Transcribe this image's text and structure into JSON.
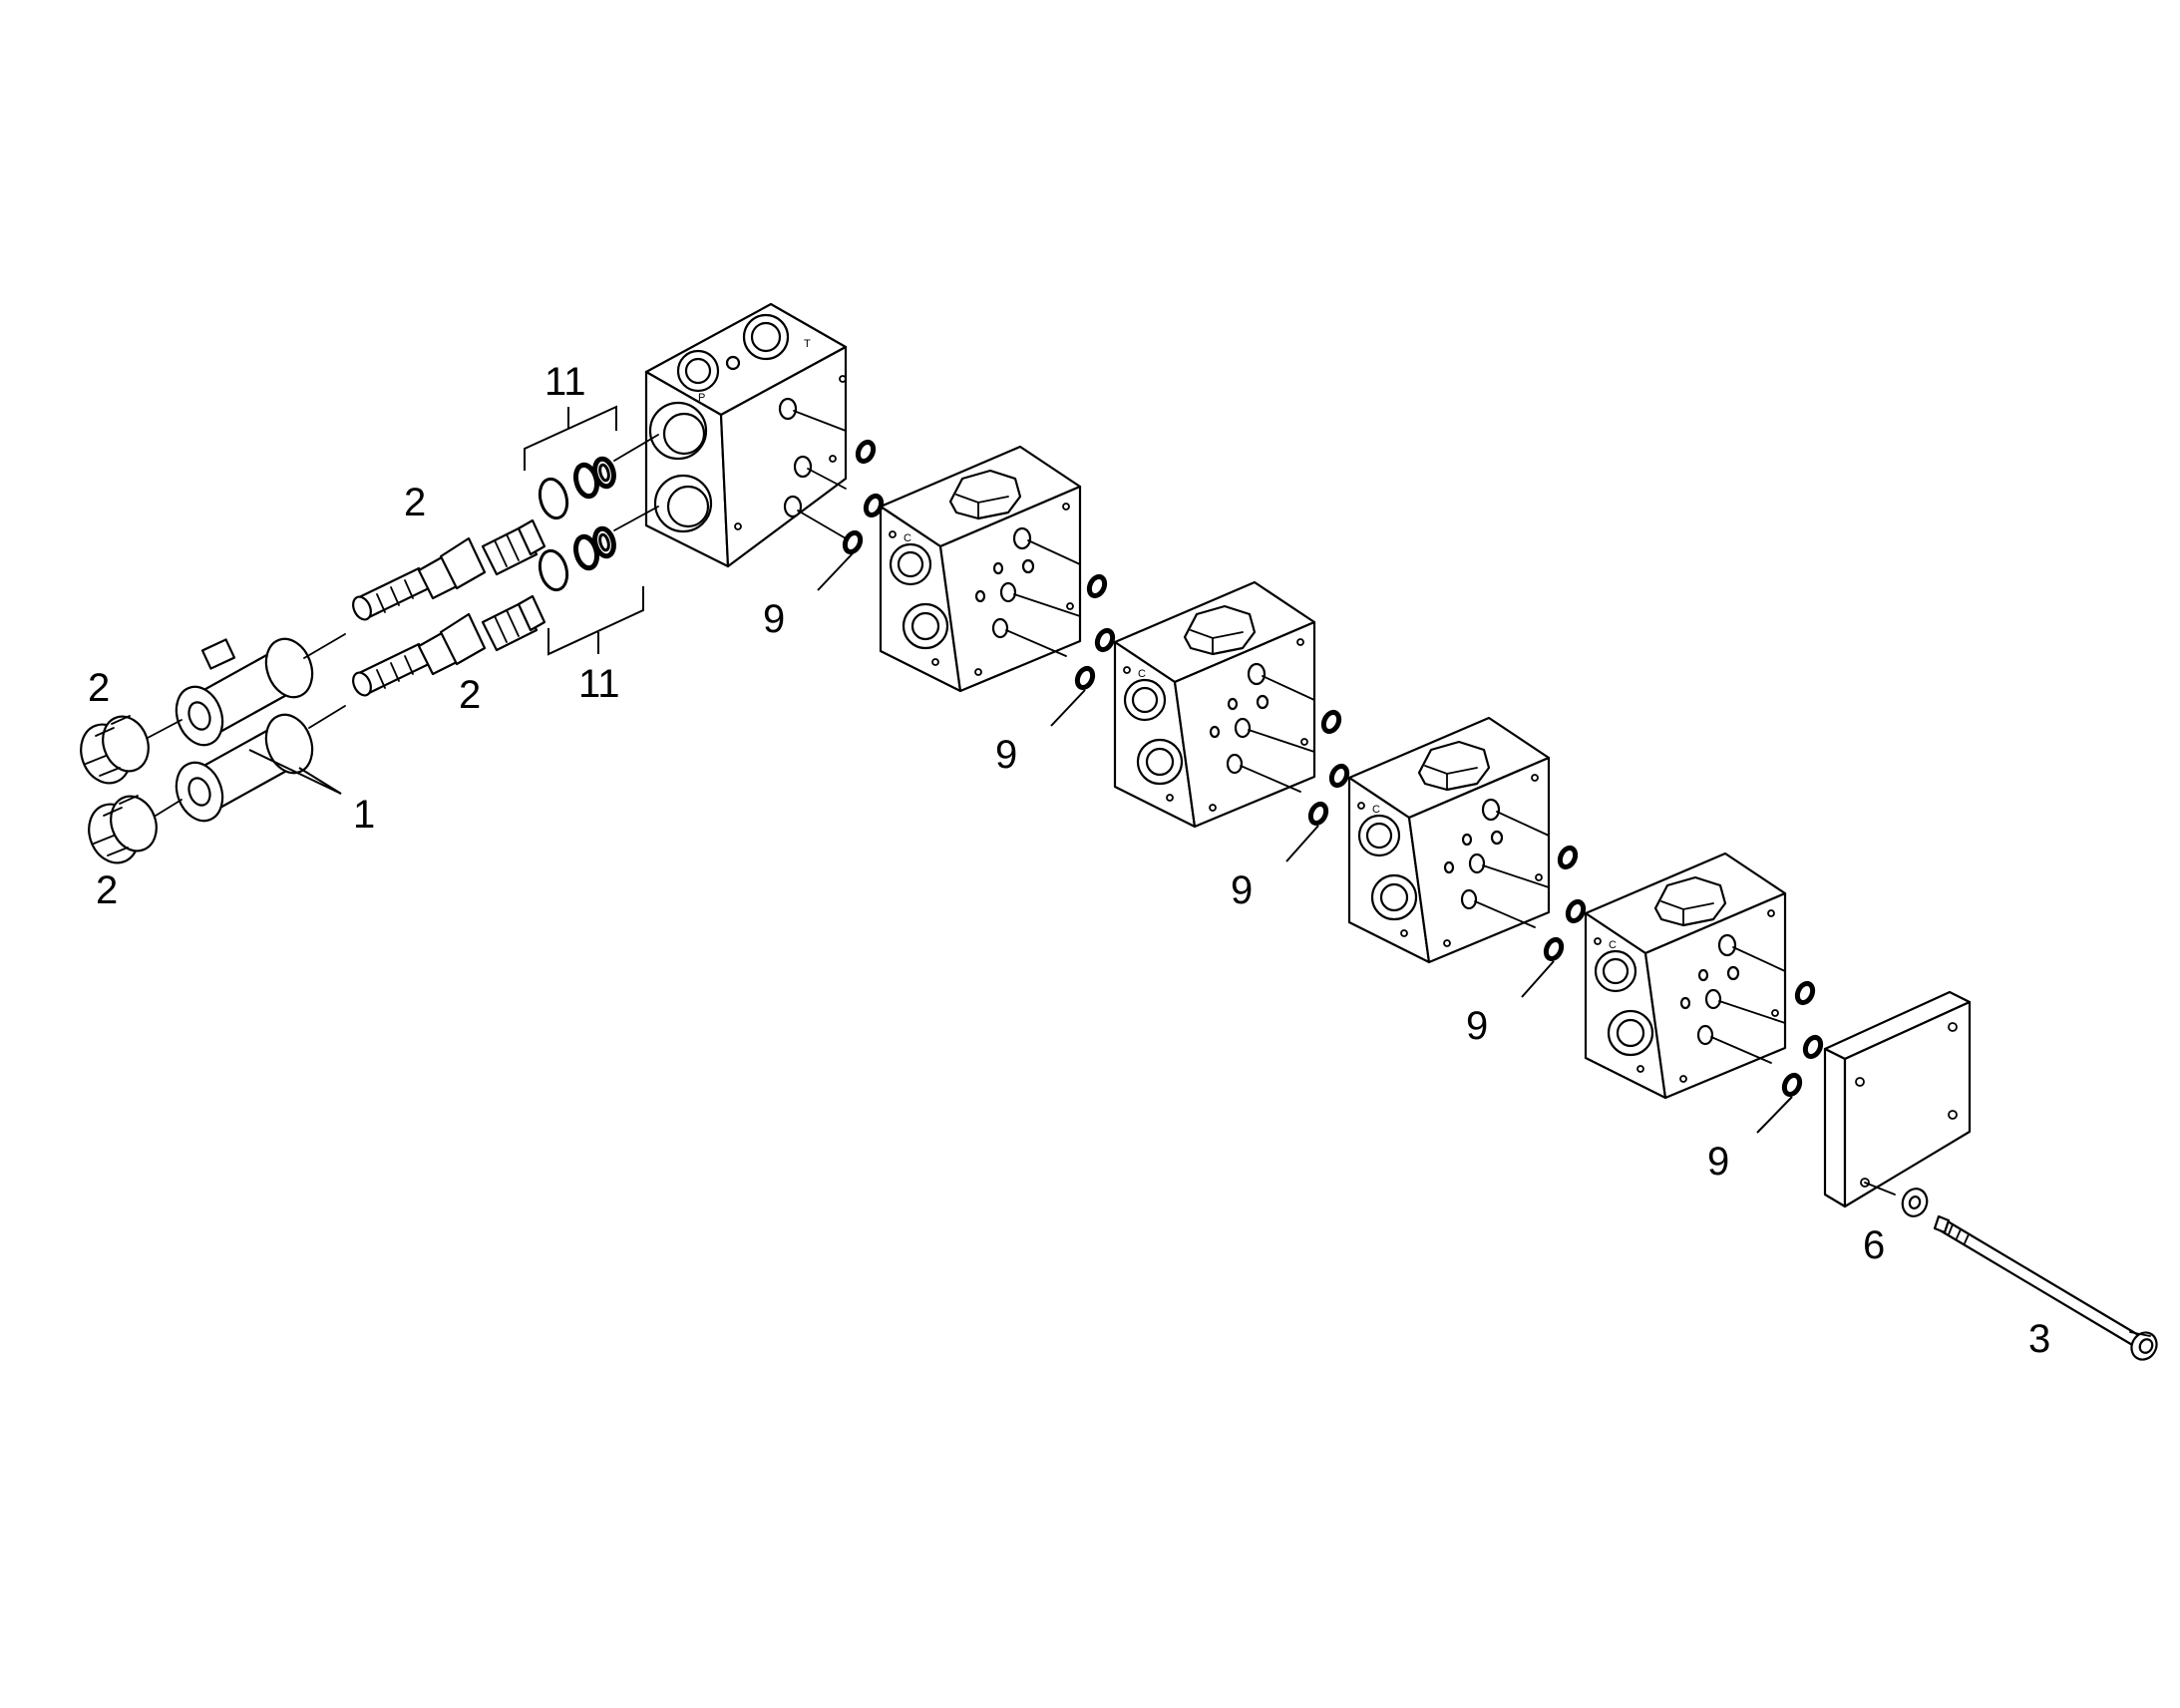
{
  "callouts": {
    "c1": "1",
    "c2a": "2",
    "c2b": "2",
    "c2c": "2",
    "c2d": "2",
    "c3": "3",
    "c6": "6",
    "c9a": "9",
    "c9b": "9",
    "c9c": "9",
    "c9d": "9",
    "c9e": "9",
    "c11a": "11",
    "c11b": "11"
  },
  "port_letters": {
    "p": "P",
    "t": "T",
    "c1": "C",
    "c2": "C",
    "c3": "C",
    "c4": "C"
  },
  "colors": {
    "line": "#000000",
    "background": "#ffffff"
  }
}
